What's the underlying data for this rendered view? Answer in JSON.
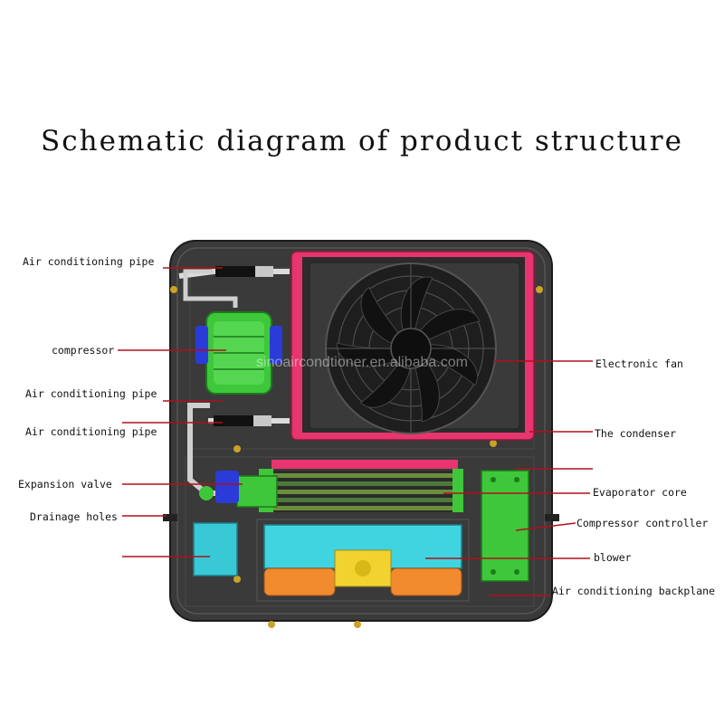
{
  "title": "Schematic diagram of product structure",
  "watermark": "sinoaircondtioner.en.alibaba.com",
  "labels": {
    "air_pipe_1": "Air conditioning pipe",
    "compressor": "compressor",
    "air_pipe_2": "Air conditioning pipe",
    "air_pipe_3": "Air conditioning pipe",
    "expansion_valve": "Expansion valve",
    "drainage_holes": "Drainage holes",
    "electronic_fan": "Electronic fan",
    "condenser": "The condenser",
    "evaporator_core": "Evaporator core",
    "compressor_controller": "Compressor controller",
    "blower": "blower",
    "backplane": "Air conditioning backplane"
  },
  "colors": {
    "leader": "#b0101c",
    "housing": "#3a3a3a",
    "compressor": "#3ec73a",
    "condenser_frame": "#e8356f",
    "evaporator": "#3ec73a",
    "controller": "#3ec73a",
    "blower": "#40d4e0",
    "blower_motor": "#f28a2e",
    "drain_box": "#38c8d6"
  }
}
